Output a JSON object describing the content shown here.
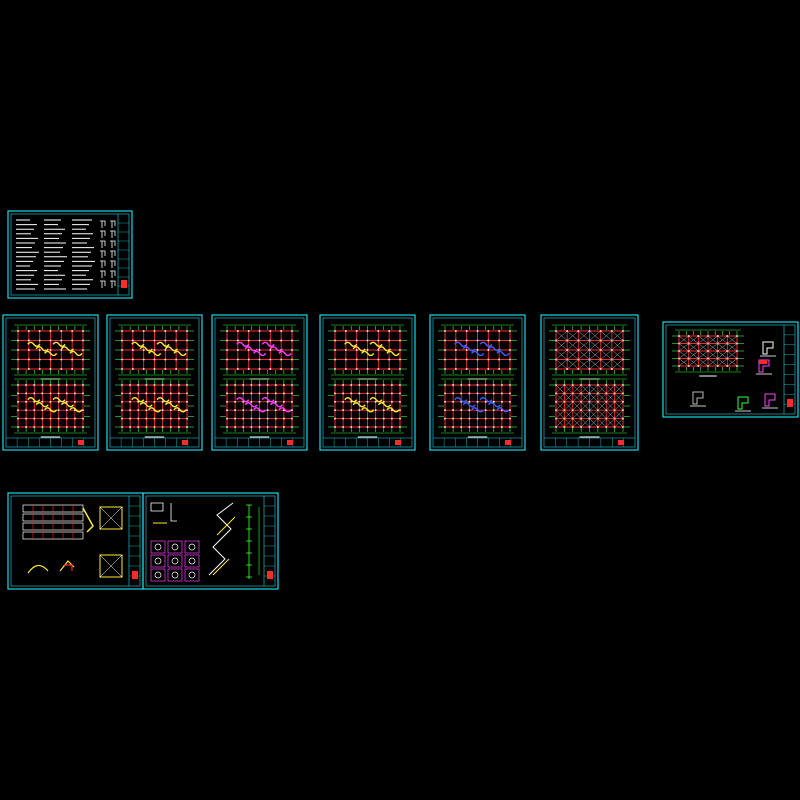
{
  "canvas": {
    "background": "#000000"
  },
  "colors": {
    "frame": "#1fd6e6",
    "grid": "#ff2a2a",
    "dim": "#39ff3c",
    "text": "#ffffff",
    "yellow": "#ffe83a",
    "magenta": "#ff40ff",
    "blue": "#4060ff",
    "gray": "#b8b8b8"
  },
  "sheets": [
    {
      "id": "sheet-notes",
      "kind": "notes"
    },
    {
      "id": "sheet-1",
      "kind": "plan-pair",
      "fill": "yellow"
    },
    {
      "id": "sheet-2",
      "kind": "plan-pair",
      "fill": "yellow"
    },
    {
      "id": "sheet-3",
      "kind": "plan-pair",
      "fill": "magenta"
    },
    {
      "id": "sheet-4",
      "kind": "plan-pair",
      "fill": "yellow"
    },
    {
      "id": "sheet-5",
      "kind": "plan-pair",
      "fill": "blue"
    },
    {
      "id": "sheet-6",
      "kind": "plan-pair",
      "fill": "white-x"
    },
    {
      "id": "sheet-details",
      "kind": "roof-details"
    },
    {
      "id": "sheet-stair-a",
      "kind": "stair-a"
    },
    {
      "id": "sheet-stair-b",
      "kind": "stair-b"
    }
  ]
}
